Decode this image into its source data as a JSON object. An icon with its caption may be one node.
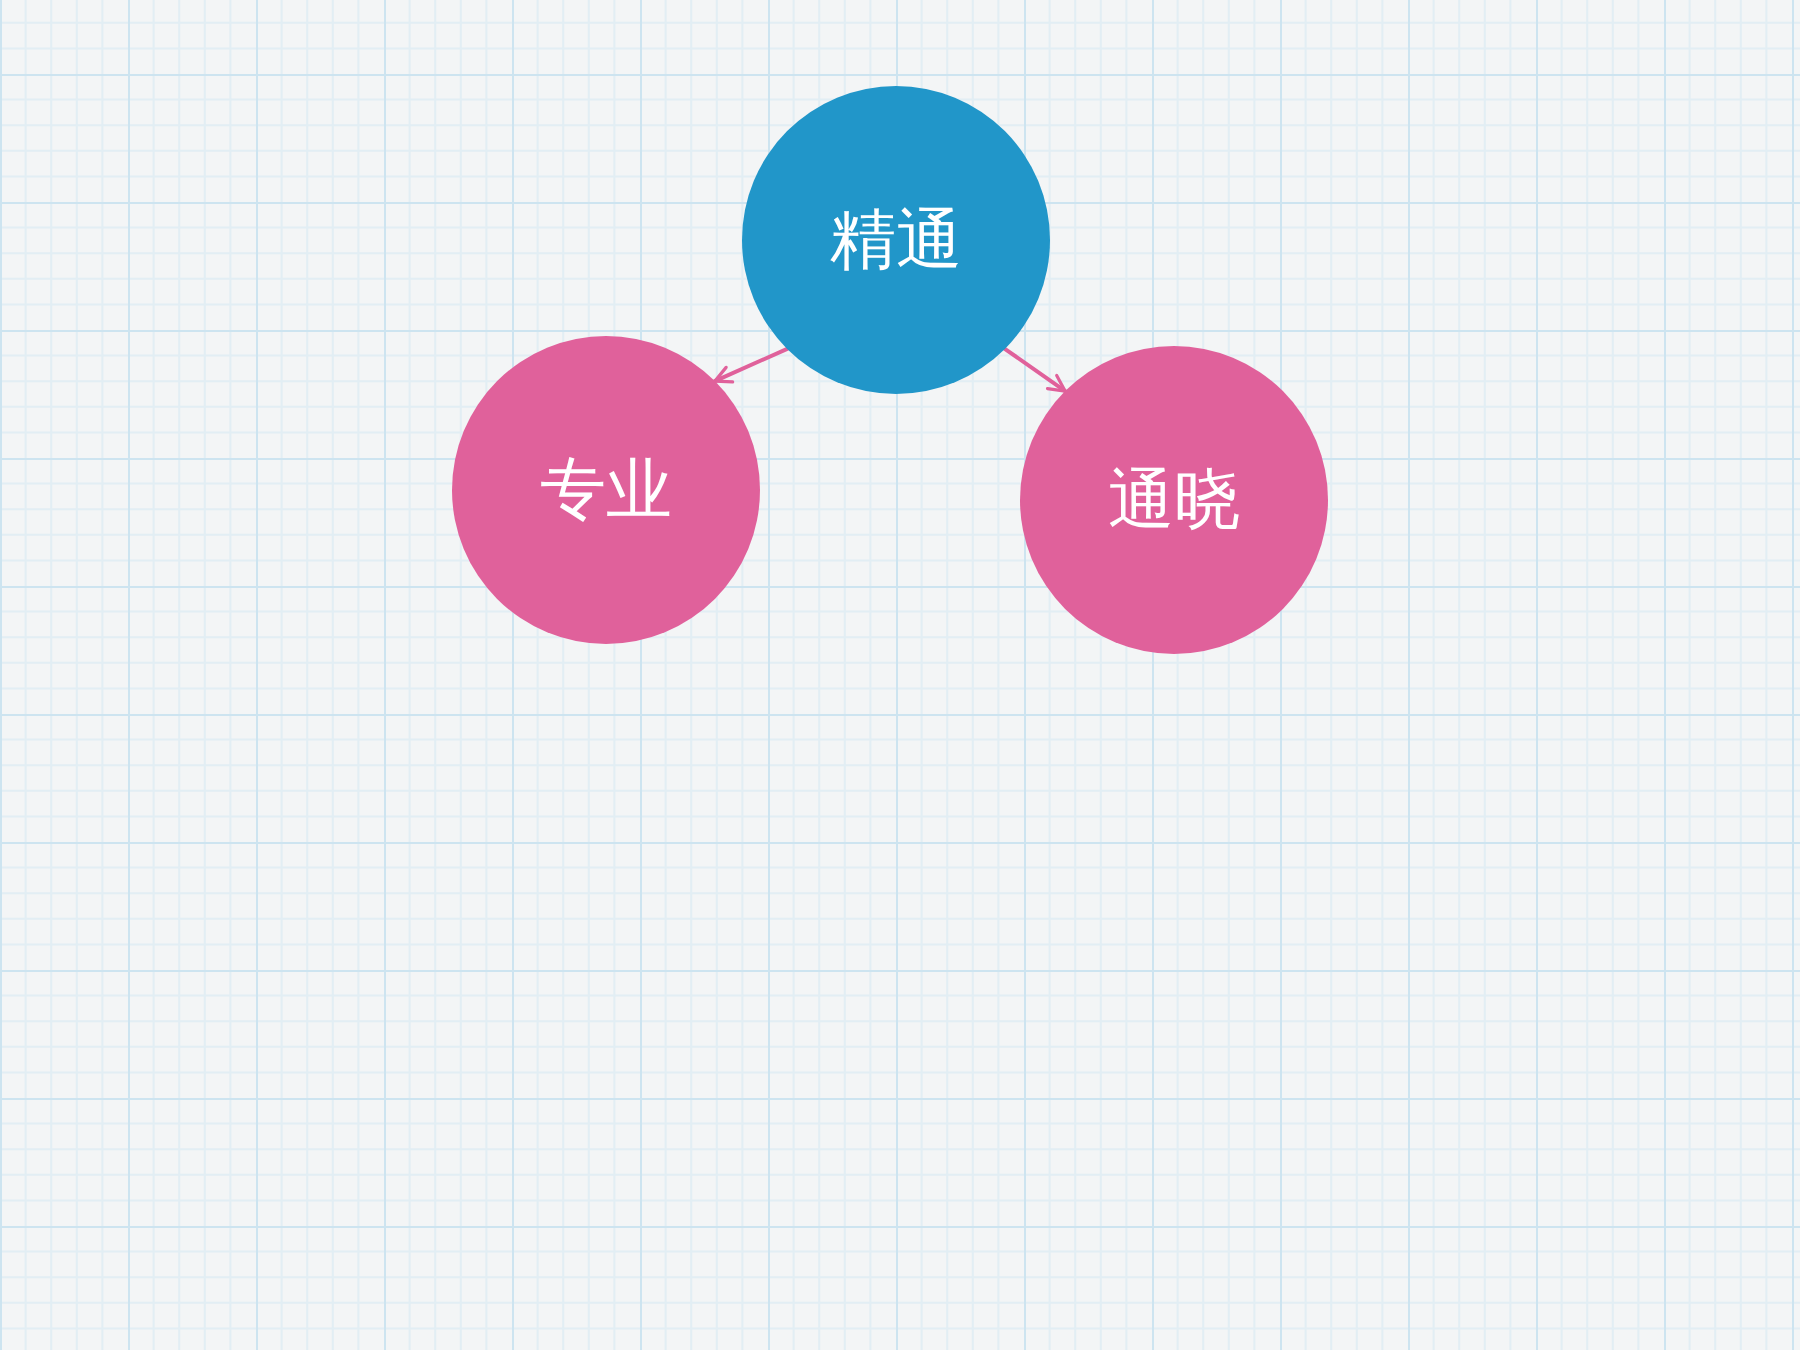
{
  "diagram": {
    "nodes": [
      {
        "text": [
          "精通"
        ]
      },
      {
        "text": [
          "专业"
        ]
      },
      {
        "text": [
          "通晓"
        ]
      }
    ],
    "edges": [
      {
        "from": 0,
        "to": 1,
        "arrow": "to"
      },
      {
        "from": 0,
        "to": 2,
        "arrow": "to"
      }
    ]
  }
}
